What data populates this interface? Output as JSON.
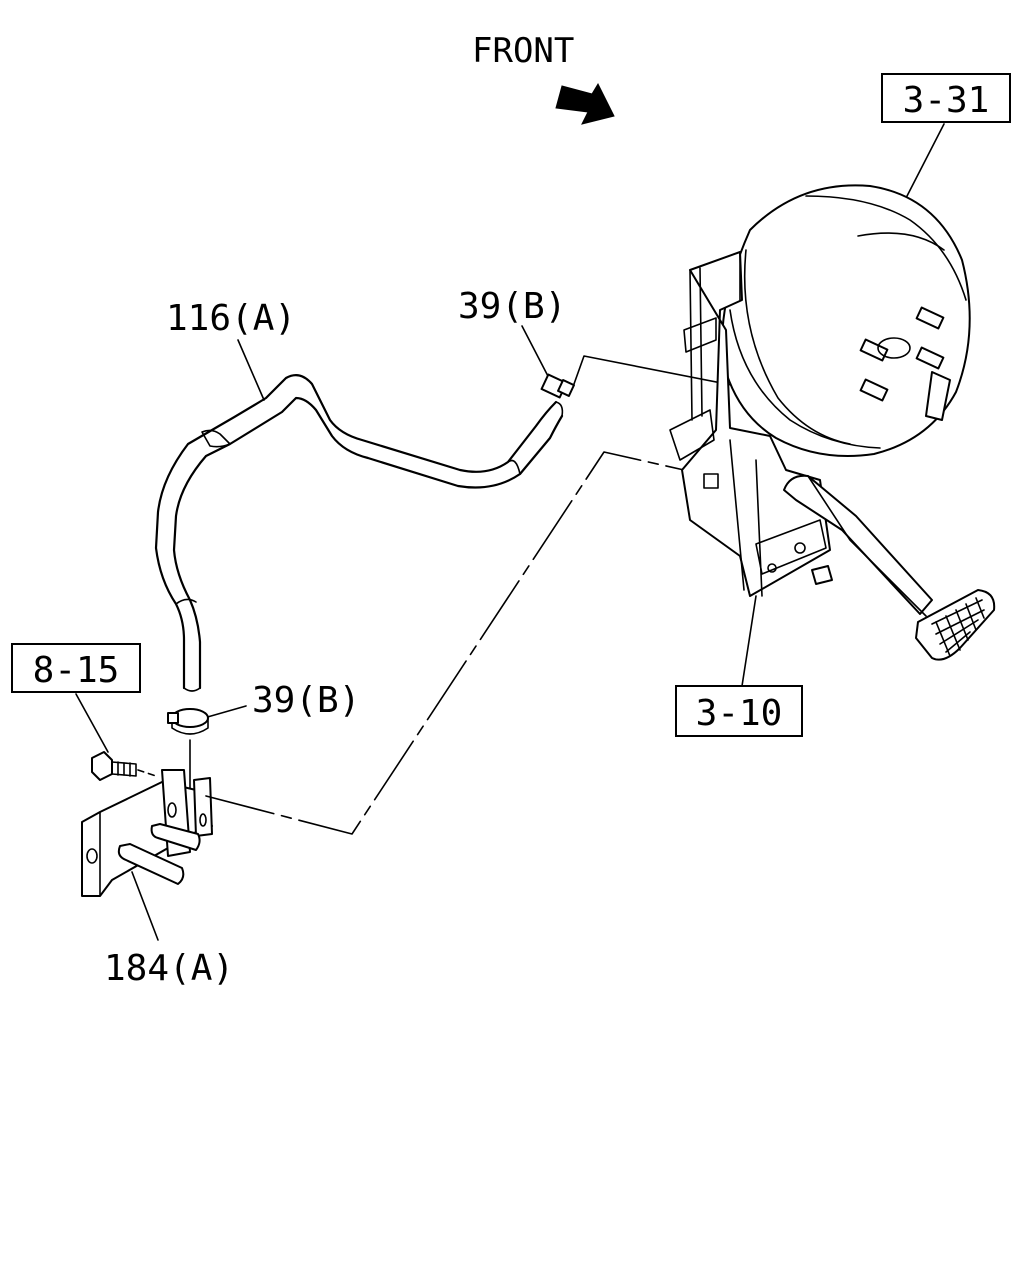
{
  "direction": {
    "label": "FRONT",
    "icon": "front-arrow-icon"
  },
  "callouts": {
    "booster_ref": "3-31",
    "pedal_ref": "3-10",
    "bolt_ref": "8-15",
    "hose": "116(A)",
    "clip_upper": "39(B)",
    "clip_lower": "39(B)",
    "bracket": "184(A)"
  }
}
